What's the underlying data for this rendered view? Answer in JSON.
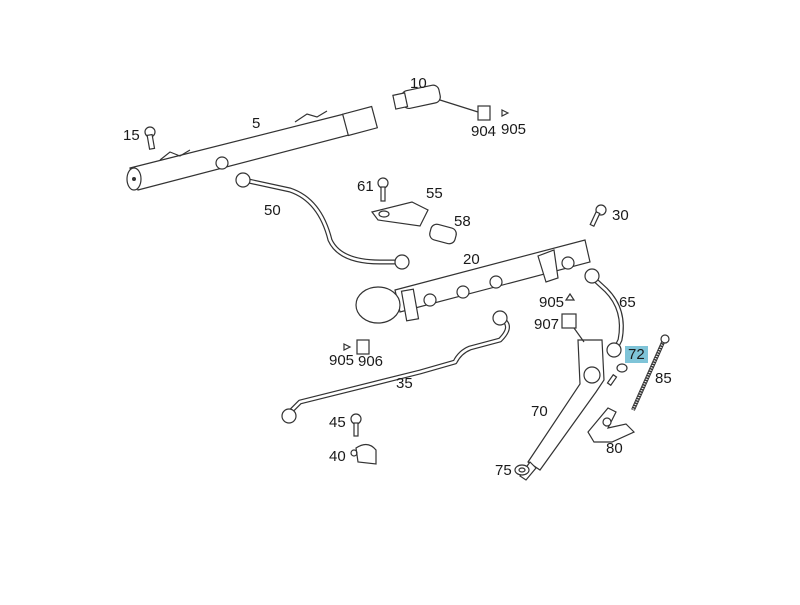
{
  "diagram": {
    "title": "Fuel rail and injector exploded parts diagram",
    "highlight_color": "#7fc4d8",
    "highlighted_part": "72",
    "labels": [
      {
        "id": "p10",
        "text": "10"
      },
      {
        "id": "p904a",
        "text": "904"
      },
      {
        "id": "p905a",
        "text": "905"
      },
      {
        "id": "p15",
        "text": "15"
      },
      {
        "id": "p5",
        "text": "5"
      },
      {
        "id": "p61",
        "text": "61"
      },
      {
        "id": "p55",
        "text": "55"
      },
      {
        "id": "p50",
        "text": "50"
      },
      {
        "id": "p58",
        "text": "58"
      },
      {
        "id": "p30",
        "text": "30"
      },
      {
        "id": "p20",
        "text": "20"
      },
      {
        "id": "p905b",
        "text": "905"
      },
      {
        "id": "p65",
        "text": "65"
      },
      {
        "id": "p907",
        "text": "907"
      },
      {
        "id": "p905c",
        "text": "905"
      },
      {
        "id": "p906",
        "text": "906"
      },
      {
        "id": "p72",
        "text": "72"
      },
      {
        "id": "p85",
        "text": "85"
      },
      {
        "id": "p35",
        "text": "35"
      },
      {
        "id": "p70",
        "text": "70"
      },
      {
        "id": "p45",
        "text": "45"
      },
      {
        "id": "p40",
        "text": "40"
      },
      {
        "id": "p80",
        "text": "80"
      },
      {
        "id": "p75",
        "text": "75"
      }
    ]
  }
}
